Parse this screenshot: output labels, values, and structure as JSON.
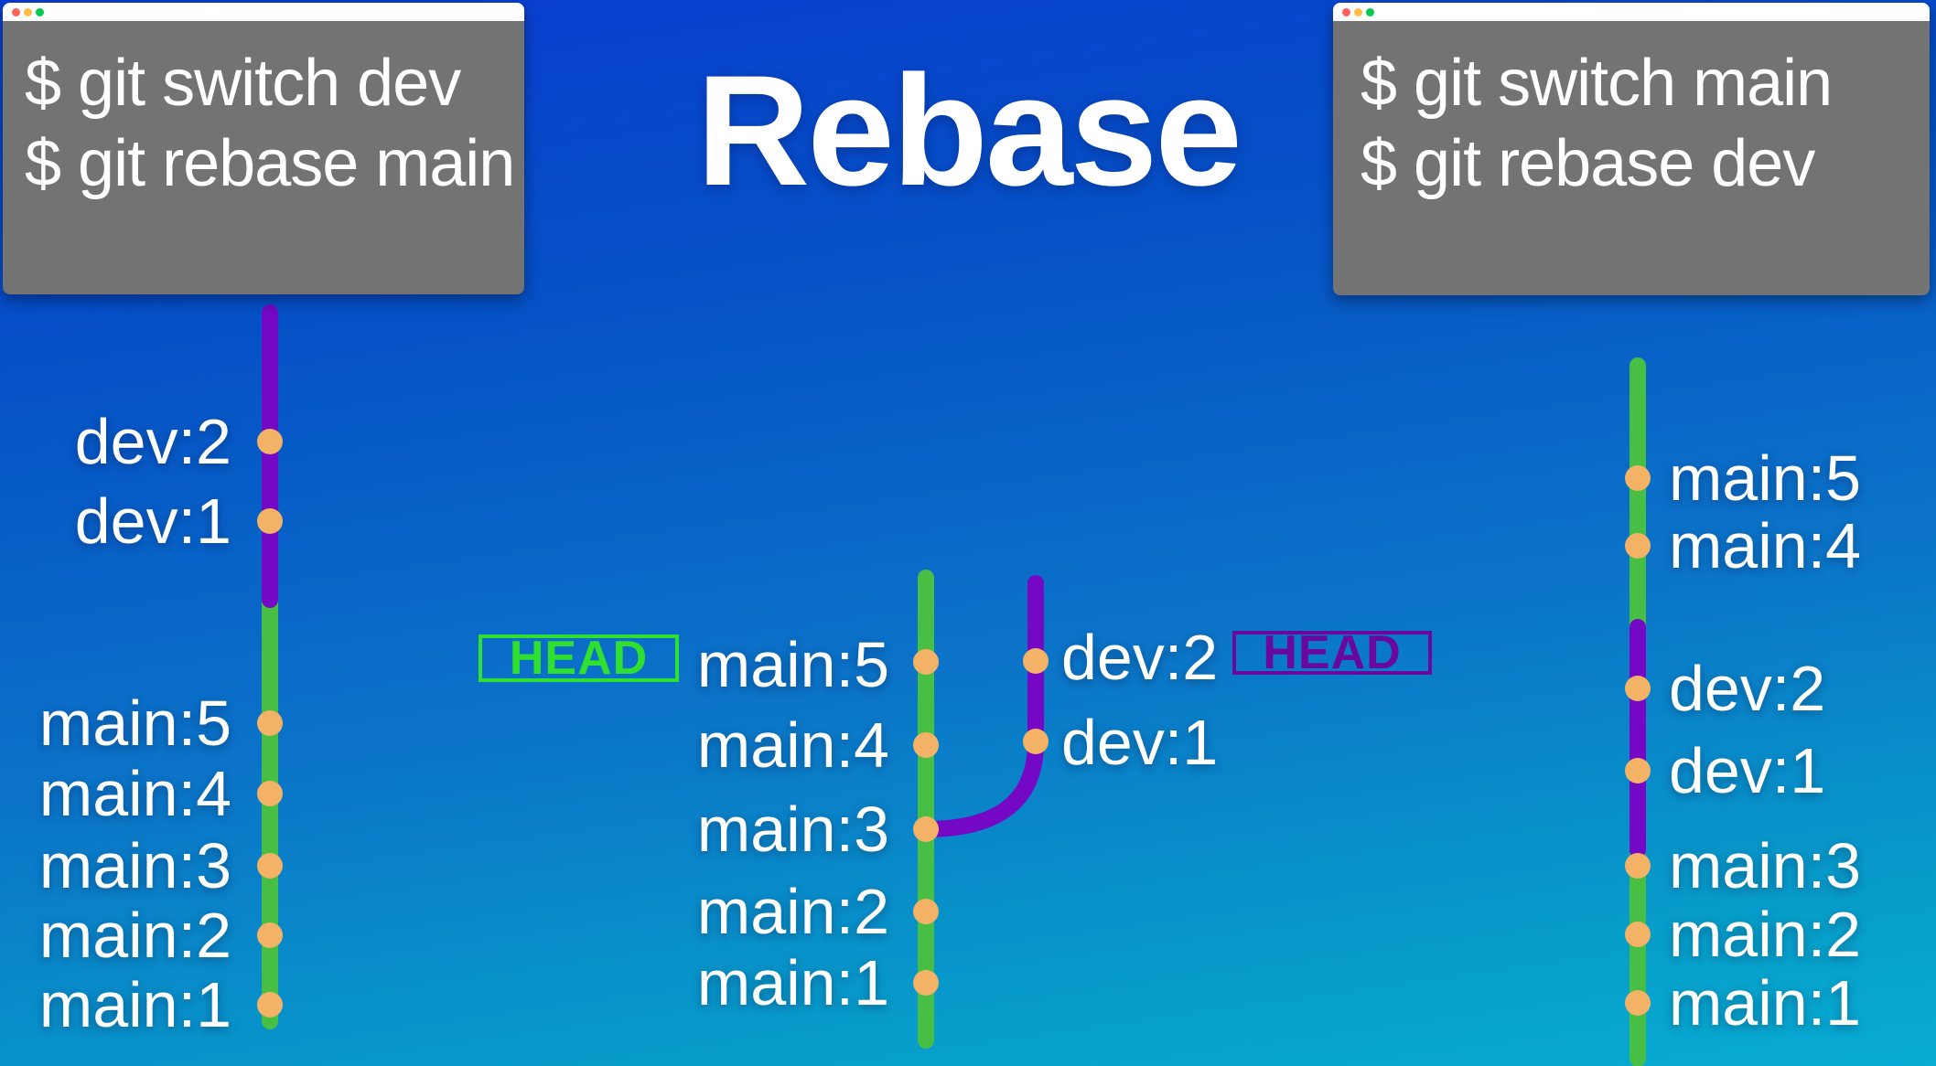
{
  "title": "Rebase",
  "terminals": {
    "left": {
      "line1": "$ git switch dev",
      "line2": "$ git rebase main"
    },
    "right": {
      "line1": "$ git switch main",
      "line2": "$ git rebase dev"
    }
  },
  "graph_left": {
    "dev2": "dev:2",
    "dev1": "dev:1",
    "main5": "main:5",
    "main4": "main:4",
    "main3": "main:3",
    "main2": "main:2",
    "main1": "main:1"
  },
  "graph_middle": {
    "head_on_main": "HEAD",
    "head_on_dev": "HEAD",
    "main5": "main:5",
    "main4": "main:4",
    "main3": "main:3",
    "main2": "main:2",
    "main1": "main:1",
    "dev2": "dev:2",
    "dev1": "dev:1"
  },
  "graph_right": {
    "main5": "main:5",
    "main4": "main:4",
    "dev2": "dev:2",
    "dev1": "dev:1",
    "main3": "main:3",
    "main2": "main:2",
    "main1": "main:1"
  },
  "colors": {
    "main_branch_green": "#47bf45",
    "dev_branch_purple": "#7408c4",
    "commit_dot_orange": "#f3b266",
    "head_main_green": "#30e030",
    "head_dev_purple": "#69089d",
    "terminal_gray": "#737373",
    "traffic_red": "#ff605c",
    "traffic_yellow": "#ffbd44",
    "traffic_green": "#00ca4e"
  }
}
